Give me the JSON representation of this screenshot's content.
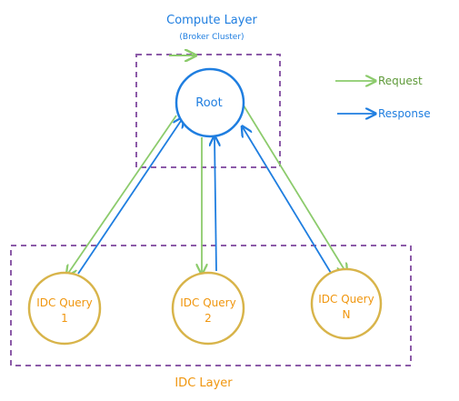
{
  "compute_layer": {
    "title": "Compute Layer",
    "subtitle": "(Broker Cluster)"
  },
  "root_node": {
    "label": "Root"
  },
  "idc_layer": {
    "title": "IDC Layer",
    "queries": [
      {
        "line1": "IDC Query",
        "line2": "1"
      },
      {
        "line1": "IDC Query",
        "line2": "2"
      },
      {
        "line1": "IDC Query",
        "line2": "N"
      }
    ]
  },
  "legend": {
    "request_label": "Request",
    "response_label": "Response"
  },
  "colors": {
    "request": "#8ccb6c",
    "response": "#1f7ee0",
    "root_stroke": "#1f7ee0",
    "query_stroke": "#d8b44a",
    "query_text": "#f0960e",
    "layer_border": "#8c5ba8",
    "title_text": "#1f7ee0",
    "idc_title_text": "#f0960e"
  }
}
